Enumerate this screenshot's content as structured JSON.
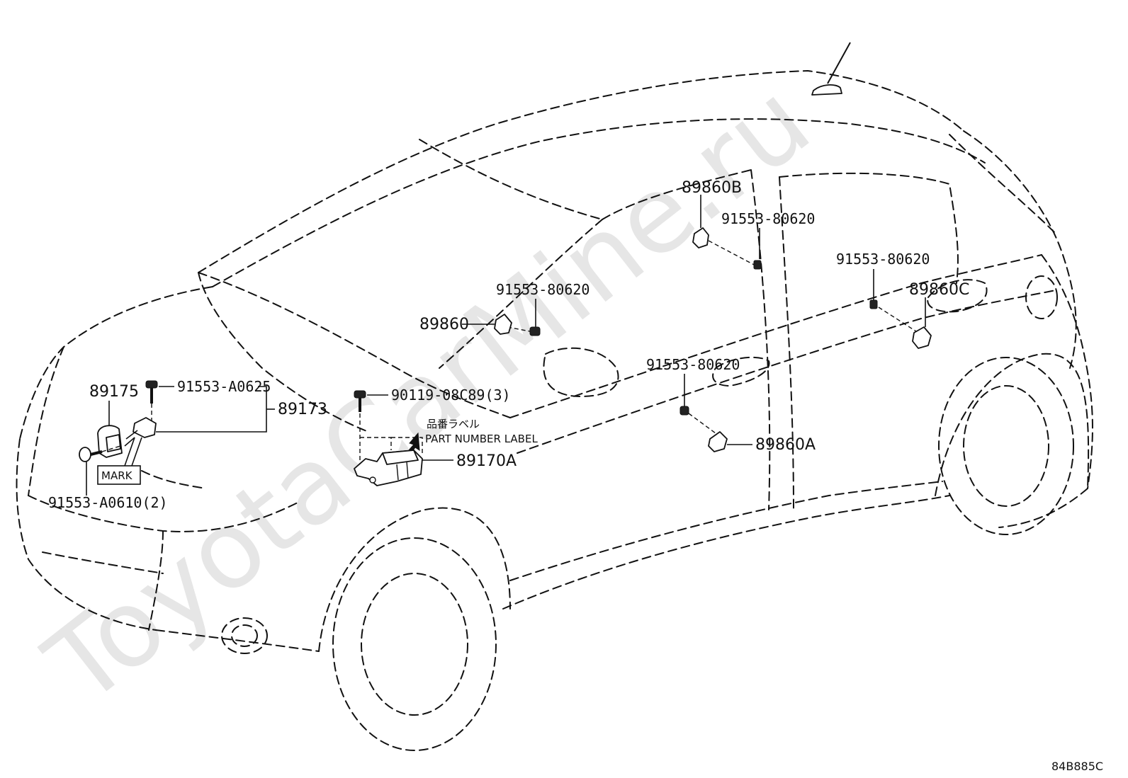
{
  "watermark": "ToyotaCarMine.ru",
  "diagram_code": "84B885C",
  "labels": {
    "p89860B": "89860B",
    "p91553_80620_a": "91553-80620",
    "p91553_80620_b": "91553-80620",
    "p89860C": "89860C",
    "p91553_80620_c": "91553-80620",
    "p89860": "89860",
    "p91553_80620_d": "91553-80620",
    "p89860A": "89860A",
    "p89175": "89175",
    "p91553_A0625": "91553-A0625",
    "p89173": "89173",
    "p90119": "90119-08C89(3)",
    "label_jp": "品番ラベル",
    "label_en": "PART NUMBER LABEL",
    "p89170A": "89170A",
    "mark": "MARK",
    "p91553_A0610": "91553-A0610(2)"
  }
}
